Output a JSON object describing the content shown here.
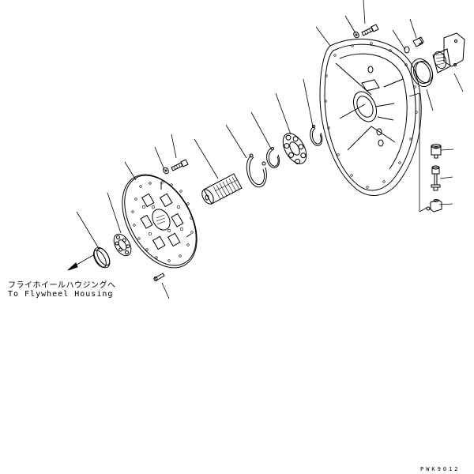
{
  "diagram": {
    "type": "exploded-parts-diagram",
    "subject": "Flywheel damper / input shaft assembly",
    "caption_jp": "フライホイールハウジングへ",
    "caption_en": "To Flywheel Housing",
    "figure_code": "PWK9012",
    "parts": [
      {
        "id": "seal-ring",
        "desc": "ring / seal"
      },
      {
        "id": "bearing-left",
        "desc": "bearing"
      },
      {
        "id": "damper-disc",
        "desc": "damper disc with spring windows"
      },
      {
        "id": "dowel-pin",
        "desc": "pin"
      },
      {
        "id": "washer-small",
        "desc": "washer"
      },
      {
        "id": "bolt-disc",
        "desc": "bolt"
      },
      {
        "id": "spline-shaft",
        "desc": "splined shaft"
      },
      {
        "id": "snap-ring-large",
        "desc": "snap ring"
      },
      {
        "id": "snap-ring-small",
        "desc": "snap ring"
      },
      {
        "id": "bearing-right",
        "desc": "ball bearing"
      },
      {
        "id": "snap-ring-housing",
        "desc": "snap ring"
      },
      {
        "id": "housing",
        "desc": "flywheel housing cover"
      },
      {
        "id": "washer-top",
        "desc": "washer"
      },
      {
        "id": "bolt-top",
        "desc": "bolt"
      },
      {
        "id": "o-ring",
        "desc": "o-ring"
      },
      {
        "id": "plug",
        "desc": "plug"
      },
      {
        "id": "oil-seal",
        "desc": "oil seal"
      },
      {
        "id": "coupling-flange",
        "desc": "coupling / yoke"
      },
      {
        "id": "breather-cap",
        "desc": "cap"
      },
      {
        "id": "breather-tube",
        "desc": "tube / stud"
      },
      {
        "id": "elbow",
        "desc": "elbow fitting"
      }
    ]
  }
}
